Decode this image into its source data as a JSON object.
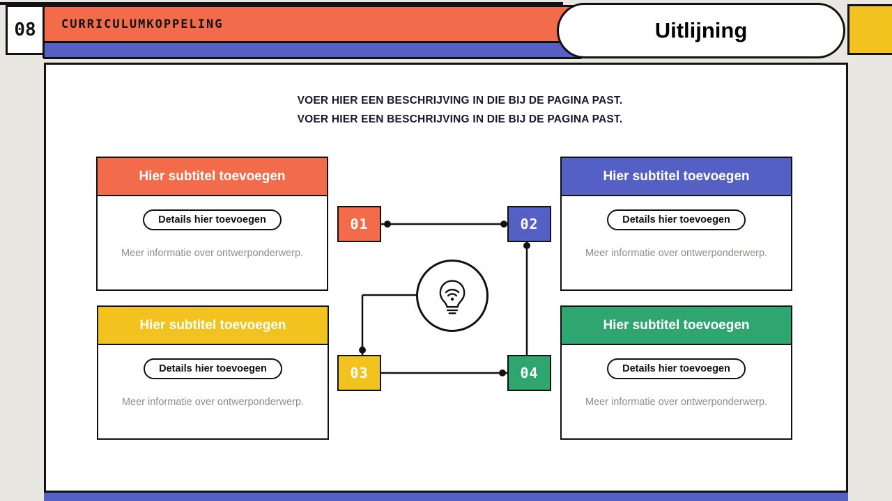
{
  "header": {
    "page_number": "08",
    "topic_label": "CURRICULUMKOPPELING",
    "title": "Uitlijning"
  },
  "description_lines": [
    "VOER HIER EEN BESCHRIJVING IN DIE BIJ DE PAGINA PAST.",
    "VOER HIER EEN BESCHRIJVING IN DIE BIJ DE PAGINA PAST."
  ],
  "cards": [
    {
      "subtitle": "Hier subtitel toevoegen",
      "details_button": "Details hier toevoegen",
      "info": "Meer informatie over ontwerponderwerp.",
      "color": "#f26c4b"
    },
    {
      "subtitle": "Hier subtitel toevoegen",
      "details_button": "Details hier toevoegen",
      "info": "Meer informatie over ontwerponderwerp.",
      "color": "#5560c4"
    },
    {
      "subtitle": "Hier subtitel toevoegen",
      "details_button": "Details hier toevoegen",
      "info": "Meer informatie over ontwerponderwerp.",
      "color": "#f2c21e"
    },
    {
      "subtitle": "Hier subtitel toevoegen",
      "details_button": "Details hier toevoegen",
      "info": "Meer informatie over ontwerponderwerp.",
      "color": "#2fa56f"
    }
  ],
  "steps": [
    {
      "label": "01",
      "color": "#f26c4b"
    },
    {
      "label": "02",
      "color": "#5560c4"
    },
    {
      "label": "03",
      "color": "#f2c21e"
    },
    {
      "label": "04",
      "color": "#2fa56f"
    }
  ],
  "icons": {
    "center": "lightbulb-icon"
  },
  "colors": {
    "accent_orange": "#f26c4b",
    "accent_blue": "#5560c4",
    "accent_yellow": "#f2c21e",
    "accent_green": "#2fa56f",
    "background_gray": "#e9e7e2",
    "line_black": "#111111"
  }
}
